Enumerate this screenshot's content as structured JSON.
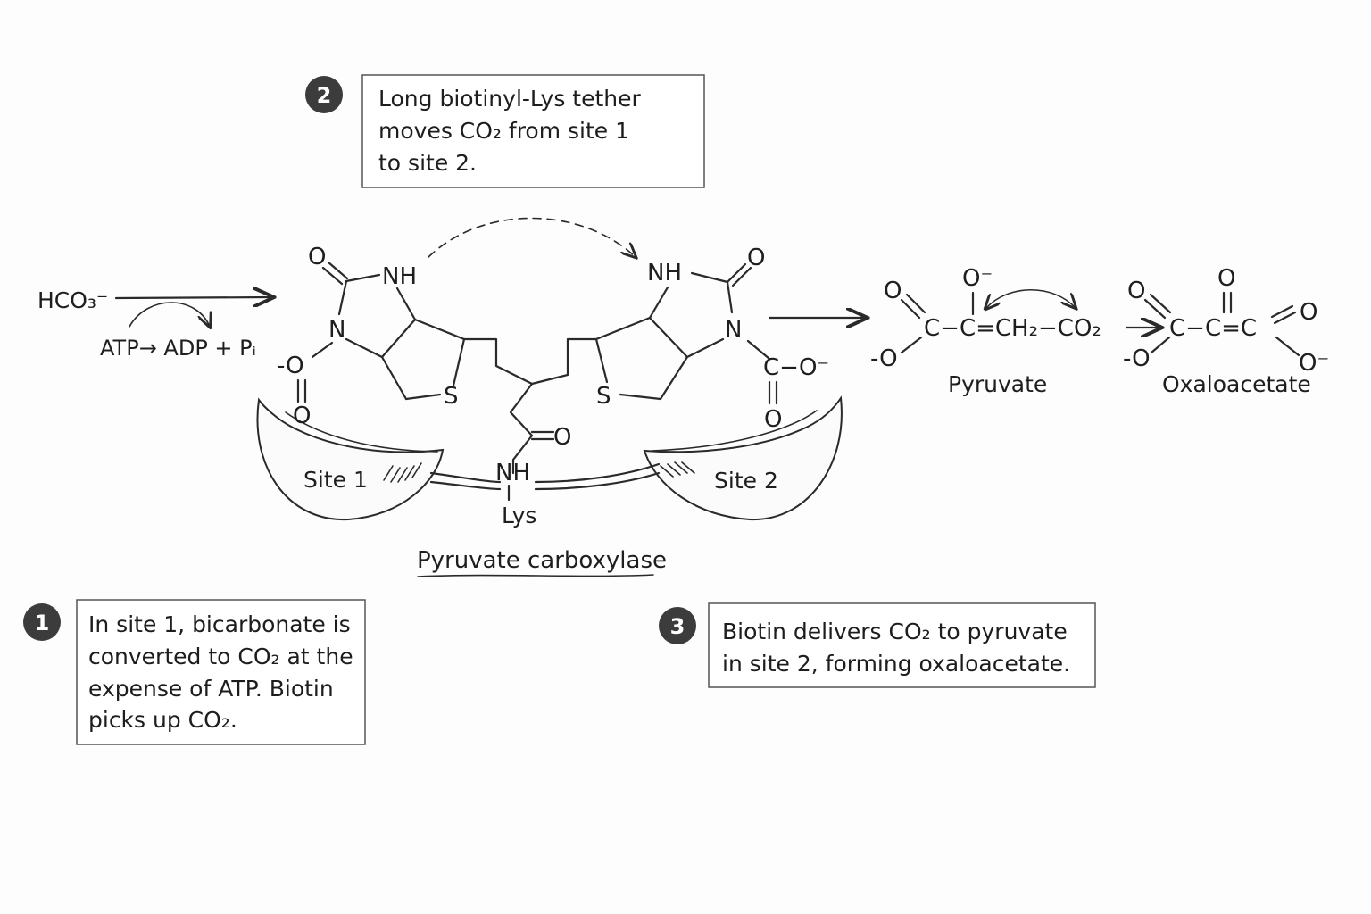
{
  "callouts": [
    {
      "number": "1",
      "lines": [
        "In site 1, bicarbonate is",
        "converted to CO₂ at the",
        "expense of ATP. Biotin",
        "picks up CO₂."
      ]
    },
    {
      "number": "2",
      "lines": [
        "Long biotinyl-Lys tether",
        "moves CO₂ from site 1",
        "to site 2."
      ]
    },
    {
      "number": "3",
      "lines": [
        "Biotin delivers CO₂ to pyruvate",
        "in site 2, forming oxaloacetate."
      ]
    }
  ],
  "reactants": {
    "bicarbonate": "HCO₃⁻",
    "atp_reaction": "ATP→ ADP + Pᵢ"
  },
  "enzyme": {
    "name": "Pyruvate carboxylase",
    "site1": "Site 1",
    "site2": "Site 2",
    "lys": "Lys",
    "nh": "NH"
  },
  "products": {
    "pyruvate": "Pyruvate",
    "oxaloacetate": "Oxaloacetate"
  },
  "colors": {
    "badge": "#3c3c3c",
    "ink": "#222222",
    "box_border": "#555555"
  }
}
